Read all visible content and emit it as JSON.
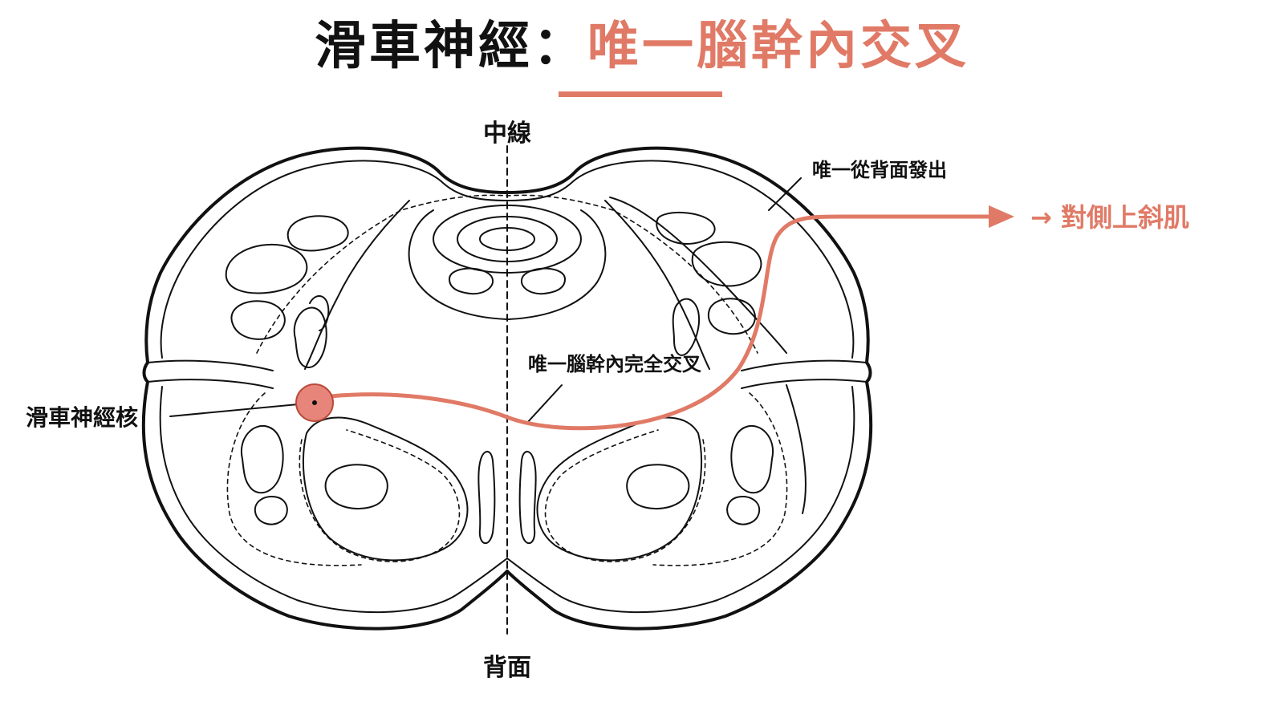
{
  "title": {
    "main": "滑車神經：",
    "accent": "唯一腦幹內交叉"
  },
  "labels": {
    "midline": "中線",
    "dorsal": "背面",
    "nucleus": "滑車神經核",
    "decussation": "唯一腦幹內完全交叉",
    "dorsal_exit": "唯一從背面發出",
    "target": "→ 對側上斜肌"
  },
  "colors": {
    "accent": "#e07a66",
    "nucleus_fill": "#e8857a",
    "line": "#111111"
  }
}
